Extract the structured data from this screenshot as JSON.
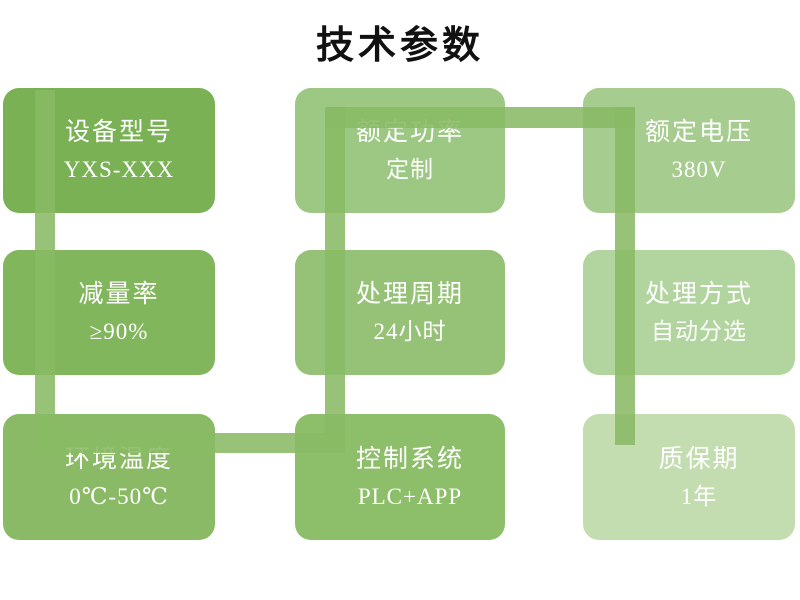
{
  "title": "技术参数",
  "diagram": {
    "connector_color": "rgba(137,186,100,0.88)",
    "boxes": [
      {
        "name": "device-model",
        "label": "设备型号",
        "value": "YXS-XXX",
        "color": "#79b154"
      },
      {
        "name": "rated-power",
        "label": "额定功率",
        "value": "定制",
        "color": "#9dc884"
      },
      {
        "name": "rated-voltage",
        "label": "额定电压",
        "value": "380V",
        "color": "#a6cd8f"
      },
      {
        "name": "reduction-rate",
        "label": "减量率",
        "value": "≥90%",
        "color": "#81b65d"
      },
      {
        "name": "processing-cycle",
        "label": "处理周期",
        "value": "24小时",
        "color": "#95c277"
      },
      {
        "name": "processing-method",
        "label": "处理方式",
        "value": "自动分选",
        "color": "#b2d49e"
      },
      {
        "name": "ambient-temperature",
        "label": "环境温度",
        "value": "0℃-50℃",
        "color": "#8aba66"
      },
      {
        "name": "control-system",
        "label": "控制系统",
        "value": "PLC+APP",
        "color": "#8dbe69"
      },
      {
        "name": "warranty-period",
        "label": "质保期",
        "value": "1年",
        "color": "#c3ddb1"
      }
    ]
  }
}
